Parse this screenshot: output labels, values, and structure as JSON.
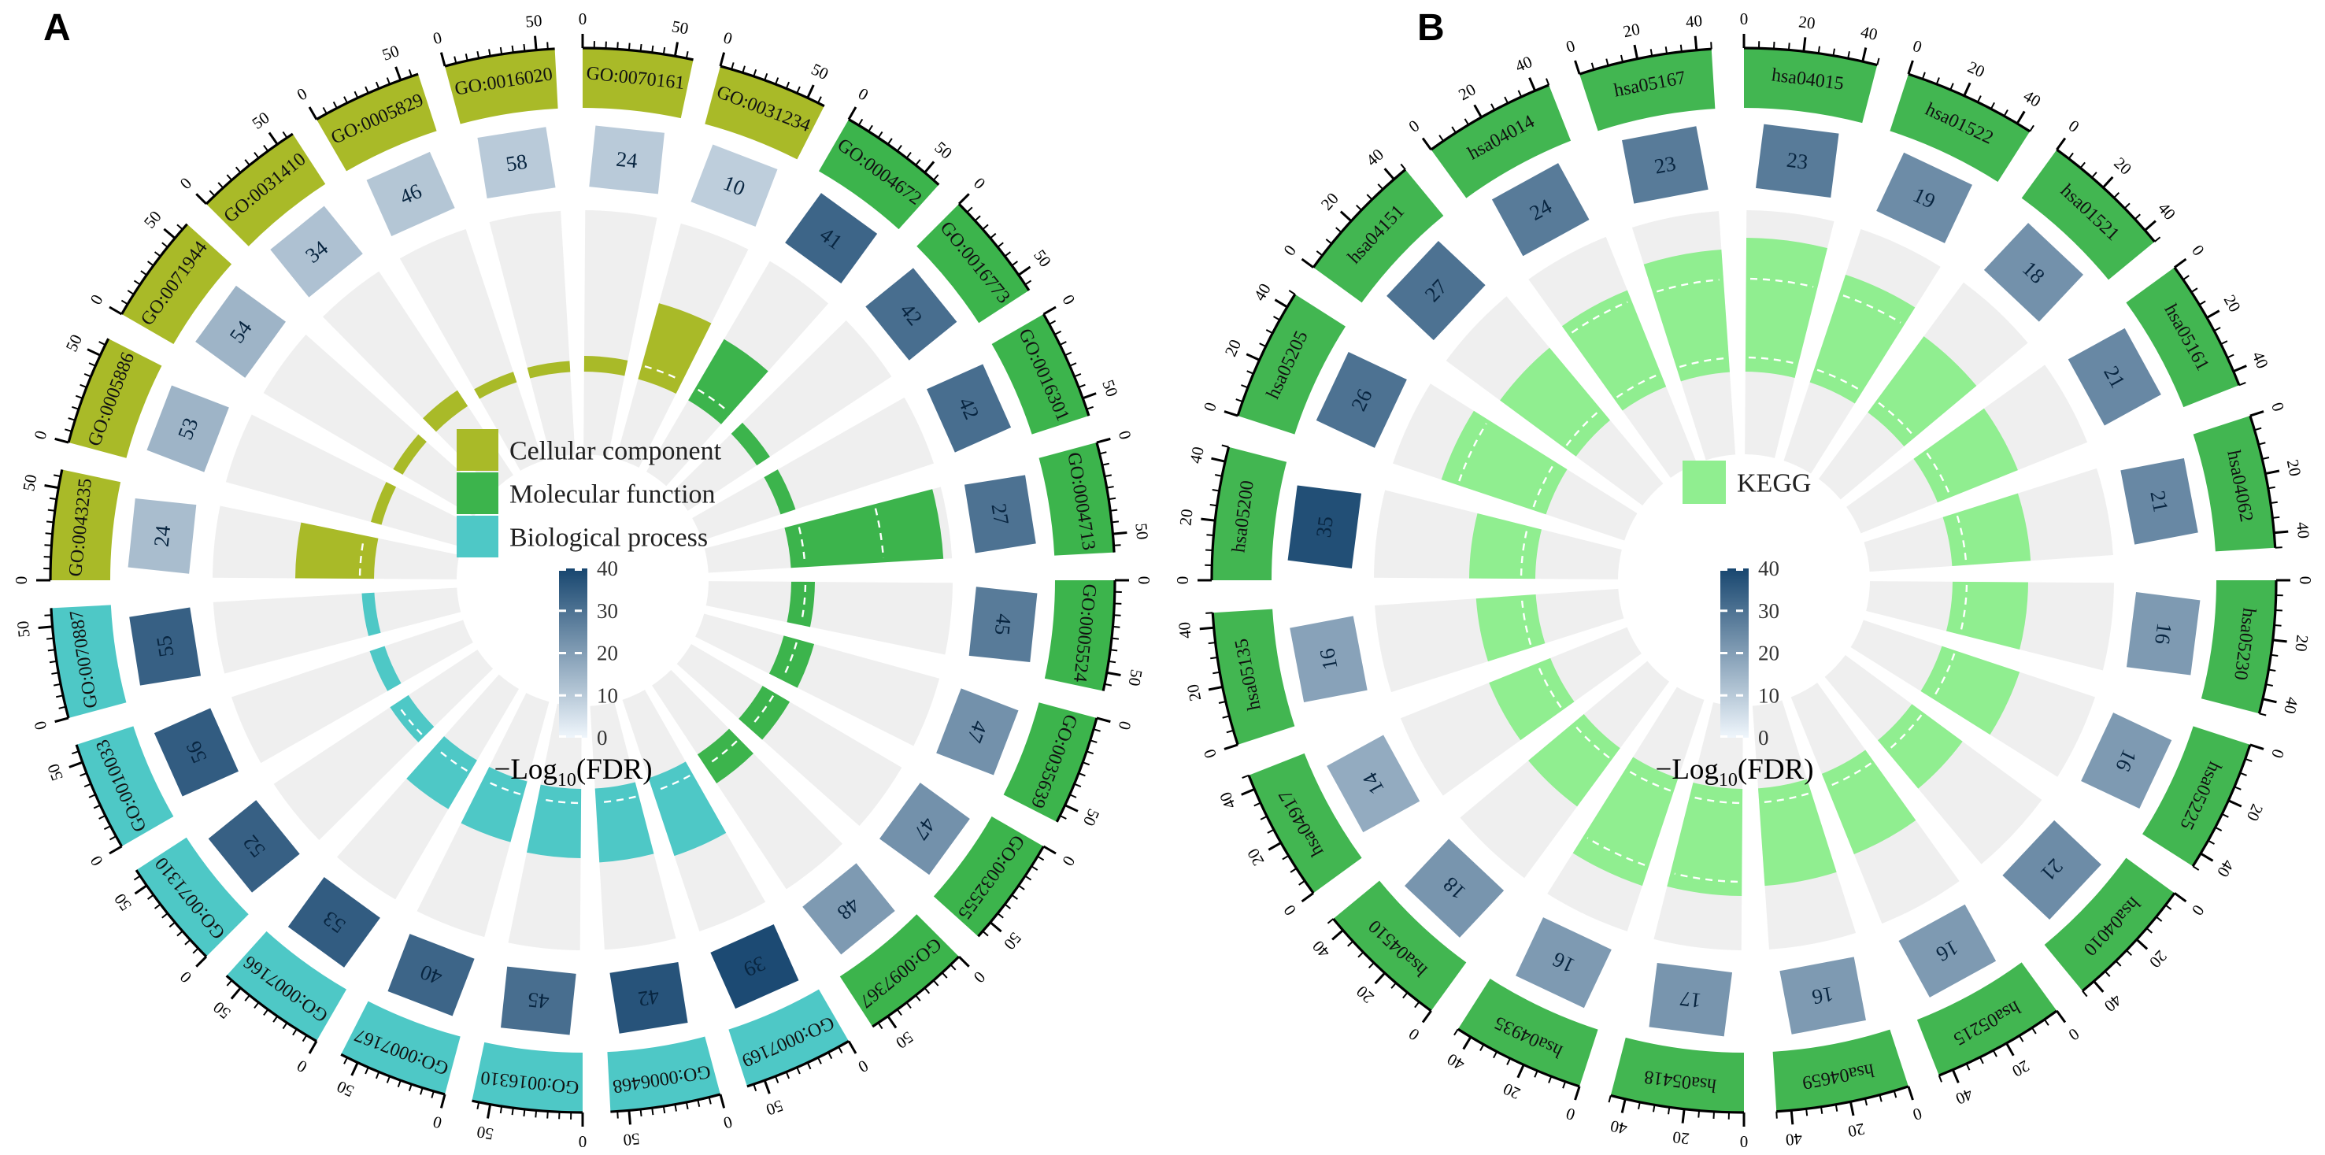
{
  "figure": {
    "panel_a_label": "A",
    "panel_b_label": "B",
    "background": "#ffffff"
  },
  "colors": {
    "cellular_component": "#a9ba28",
    "molecular_function": "#3cb44c",
    "biological_process": "#4ec8c6",
    "kegg_outer": "#42b651",
    "kegg_inner": "#90ee90",
    "wedge_gray": "#efefef",
    "box_scale_low": "#eff6fc",
    "box_scale_high": "#17466f",
    "number_text": "#082540",
    "band_text": "#111111",
    "axis": "#000000"
  },
  "chart_data": [
    {
      "type": "bar",
      "layout": "polar-circos",
      "panel": "A",
      "axis": {
        "tick_labels": [
          0,
          50
        ],
        "minor_step": 6.25,
        "scale_max": 60
      },
      "legend": [
        {
          "label": "Cellular component",
          "color_key": "cellular_component"
        },
        {
          "label": "Molecular function",
          "color_key": "molecular_function"
        },
        {
          "label": "Biological process",
          "color_key": "biological_process"
        }
      ],
      "colorbar": {
        "title_main": "−Log",
        "title_sub": "10",
        "title_tail": "(FDR)",
        "ticks": [
          0,
          10,
          20,
          30,
          40
        ],
        "range": [
          0,
          40
        ]
      },
      "sectors": [
        {
          "id": "GO:0043235",
          "category": "cellular_component",
          "count": 24,
          "box_shade": 13,
          "bar": 0.5
        },
        {
          "id": "GO:0005886",
          "category": "cellular_component",
          "count": 53,
          "box_shade": 15,
          "bar": 0.07
        },
        {
          "id": "GO:0071944",
          "category": "cellular_component",
          "count": 54,
          "box_shade": 15,
          "bar": 0.07
        },
        {
          "id": "GO:0031410",
          "category": "cellular_component",
          "count": 34,
          "box_shade": 12,
          "bar": 0.12
        },
        {
          "id": "GO:0005829",
          "category": "cellular_component",
          "count": 46,
          "box_shade": 11,
          "bar": 0.07
        },
        {
          "id": "GO:0016020",
          "category": "cellular_component",
          "count": 58,
          "box_shade": 10,
          "bar": 0.07
        },
        {
          "id": "GO:0070161",
          "category": "cellular_component",
          "count": 24,
          "box_shade": 10,
          "bar": 0.1
        },
        {
          "id": "GO:0031234",
          "category": "cellular_component",
          "count": 10,
          "box_shade": 9,
          "bar": 0.5
        },
        {
          "id": "GO:0004672",
          "category": "molecular_function",
          "count": 41,
          "box_shade": 33,
          "bar": 0.45
        },
        {
          "id": "GO:0016773",
          "category": "molecular_function",
          "count": 42,
          "box_shade": 31,
          "bar": 0.1
        },
        {
          "id": "GO:0016301",
          "category": "molecular_function",
          "count": 42,
          "box_shade": 31,
          "bar": 0.1
        },
        {
          "id": "GO:0004713",
          "category": "molecular_function",
          "count": 27,
          "box_shade": 30,
          "bar": 0.97
        },
        {
          "id": "GO:0005524",
          "category": "molecular_function",
          "count": 45,
          "box_shade": 28,
          "bar": 0.15
        },
        {
          "id": "GO:0035639",
          "category": "molecular_function",
          "count": 47,
          "box_shade": 23,
          "bar": 0.2
        },
        {
          "id": "GO:0032555",
          "category": "molecular_function",
          "count": 47,
          "box_shade": 23,
          "bar": 0.2
        },
        {
          "id": "GO:0097367",
          "category": "molecular_function",
          "count": 48,
          "box_shade": 21,
          "bar": 0.22
        },
        {
          "id": "GO:0007169",
          "category": "biological_process",
          "count": 39,
          "box_shade": 39,
          "bar": 0.52
        },
        {
          "id": "GO:0006468",
          "category": "biological_process",
          "count": 42,
          "box_shade": 37,
          "bar": 0.47
        },
        {
          "id": "GO:0016310",
          "category": "biological_process",
          "count": 45,
          "box_shade": 31,
          "bar": 0.44
        },
        {
          "id": "GO:0007167",
          "category": "biological_process",
          "count": 40,
          "box_shade": 33,
          "bar": 0.4
        },
        {
          "id": "GO:0007166",
          "category": "biological_process",
          "count": 53,
          "box_shade": 35,
          "bar": 0.36
        },
        {
          "id": "GO:0071310",
          "category": "biological_process",
          "count": 52,
          "box_shade": 34,
          "bar": 0.14
        },
        {
          "id": "GO:0010033",
          "category": "biological_process",
          "count": 56,
          "box_shade": 35,
          "bar": 0.1
        },
        {
          "id": "GO:0070887",
          "category": "biological_process",
          "count": 55,
          "box_shade": 34,
          "bar": 0.08
        }
      ]
    },
    {
      "type": "bar",
      "layout": "polar-circos",
      "panel": "B",
      "axis": {
        "tick_labels": [
          0,
          20,
          40
        ],
        "minor_step": 5,
        "scale_max": 45
      },
      "legend": [
        {
          "label": "KEGG",
          "color_key": "kegg_inner"
        }
      ],
      "colorbar": {
        "title_main": "−Log",
        "title_sub": "10",
        "title_tail": "(FDR)",
        "ticks": [
          0,
          10,
          20,
          30,
          40
        ],
        "range": [
          0,
          40
        ]
      },
      "sectors": [
        {
          "id": "hsa05200",
          "category": "kegg",
          "count": 35,
          "box_shade": 38,
          "bar": 0.42
        },
        {
          "id": "hsa05205",
          "category": "kegg",
          "count": 26,
          "box_shade": 30,
          "bar": 0.7
        },
        {
          "id": "hsa04151",
          "category": "kegg",
          "count": 27,
          "box_shade": 30,
          "bar": 0.6
        },
        {
          "id": "hsa04014",
          "category": "kegg",
          "count": 24,
          "box_shade": 28,
          "bar": 0.66
        },
        {
          "id": "hsa05167",
          "category": "kegg",
          "count": 23,
          "box_shade": 28,
          "bar": 0.78
        },
        {
          "id": "hsa04015",
          "category": "kegg",
          "count": 23,
          "box_shade": 28,
          "bar": 0.85
        },
        {
          "id": "hsa01522",
          "category": "kegg",
          "count": 19,
          "box_shade": 24,
          "bar": 0.72
        },
        {
          "id": "hsa01521",
          "category": "kegg",
          "count": 18,
          "box_shade": 23,
          "bar": 0.6
        },
        {
          "id": "hsa05161",
          "category": "kegg",
          "count": 21,
          "box_shade": 25,
          "bar": 0.55
        },
        {
          "id": "hsa04062",
          "category": "kegg",
          "count": 21,
          "box_shade": 25,
          "bar": 0.5
        },
        {
          "id": "hsa05230",
          "category": "kegg",
          "count": 16,
          "box_shade": 21,
          "bar": 0.48
        },
        {
          "id": "hsa05225",
          "category": "kegg",
          "count": 16,
          "box_shade": 21,
          "bar": 0.52
        },
        {
          "id": "hsa04010",
          "category": "kegg",
          "count": 21,
          "box_shade": 24,
          "bar": 0.4
        },
        {
          "id": "hsa05215",
          "category": "kegg",
          "count": 16,
          "box_shade": 21,
          "bar": 0.55
        },
        {
          "id": "hsa04659",
          "category": "kegg",
          "count": 16,
          "box_shade": 21,
          "bar": 0.62
        },
        {
          "id": "hsa05418",
          "category": "kegg",
          "count": 17,
          "box_shade": 22,
          "bar": 0.68
        },
        {
          "id": "hsa04935",
          "category": "kegg",
          "count": 16,
          "box_shade": 21,
          "bar": 0.72
        },
        {
          "id": "hsa04510",
          "category": "kegg",
          "count": 18,
          "box_shade": 22,
          "bar": 0.46
        },
        {
          "id": "hsa04917",
          "category": "kegg",
          "count": 14,
          "box_shade": 17,
          "bar": 0.42
        },
        {
          "id": "hsa05135",
          "category": "kegg",
          "count": 16,
          "box_shade": 19,
          "bar": 0.38
        }
      ]
    }
  ]
}
